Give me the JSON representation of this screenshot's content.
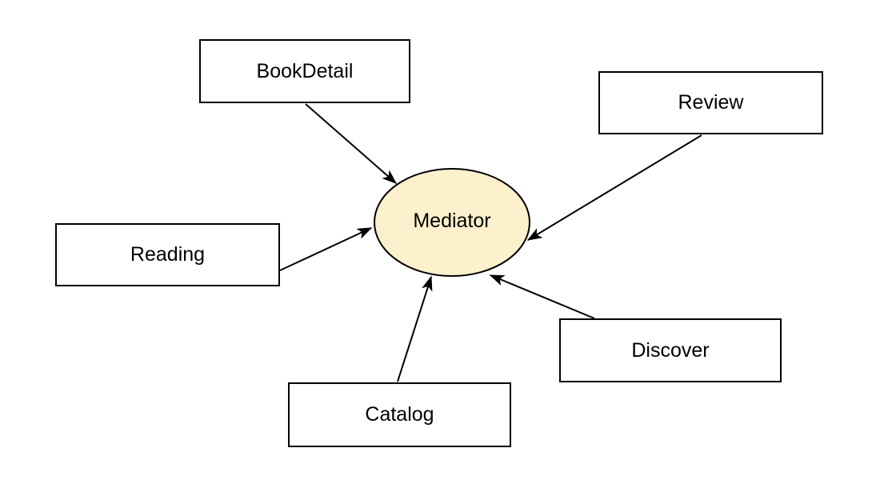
{
  "diagram": {
    "mediator": {
      "label": "Mediator",
      "fill": "#FCF1CC",
      "stroke": "#000000"
    },
    "nodes": [
      {
        "id": "book-detail",
        "label": "BookDetail"
      },
      {
        "id": "review",
        "label": "Review"
      },
      {
        "id": "reading",
        "label": "Reading"
      },
      {
        "id": "discover",
        "label": "Discover"
      },
      {
        "id": "catalog",
        "label": "Catalog"
      }
    ],
    "edges": [
      {
        "from": "BookDetail",
        "to": "Mediator"
      },
      {
        "from": "Review",
        "to": "Mediator"
      },
      {
        "from": "Reading",
        "to": "Mediator"
      },
      {
        "from": "Catalog",
        "to": "Mediator"
      },
      {
        "from": "Discover",
        "to": "Mediator"
      }
    ],
    "colors": {
      "node_fill": "#ffffff",
      "node_stroke": "#000000",
      "arrow": "#000000",
      "text": "#000000",
      "background": "#ffffff"
    }
  }
}
